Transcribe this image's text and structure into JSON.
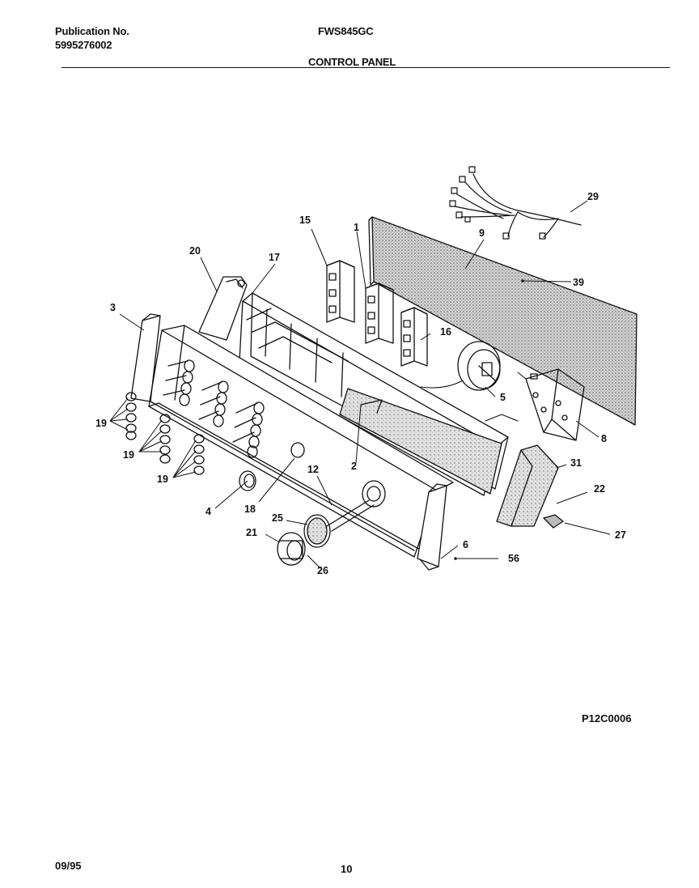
{
  "header": {
    "publication_label": "Publication No.",
    "publication_number": "5995276002",
    "model": "FWS845GC",
    "section_title": "CONTROL PANEL"
  },
  "footer": {
    "diagram_code": "P12C0006",
    "date": "09/95",
    "page_number": "10"
  },
  "callouts": [
    "1",
    "2",
    "3",
    "4",
    "5",
    "6",
    "8",
    "9",
    "12",
    "15",
    "16",
    "17",
    "18",
    "19",
    "19",
    "19",
    "20",
    "21",
    "22",
    "25",
    "26",
    "27",
    "29",
    "31",
    "39",
    "56"
  ],
  "colors": {
    "ink": "#111111",
    "screen": "#c9c9c9",
    "paper": "#ffffff"
  }
}
